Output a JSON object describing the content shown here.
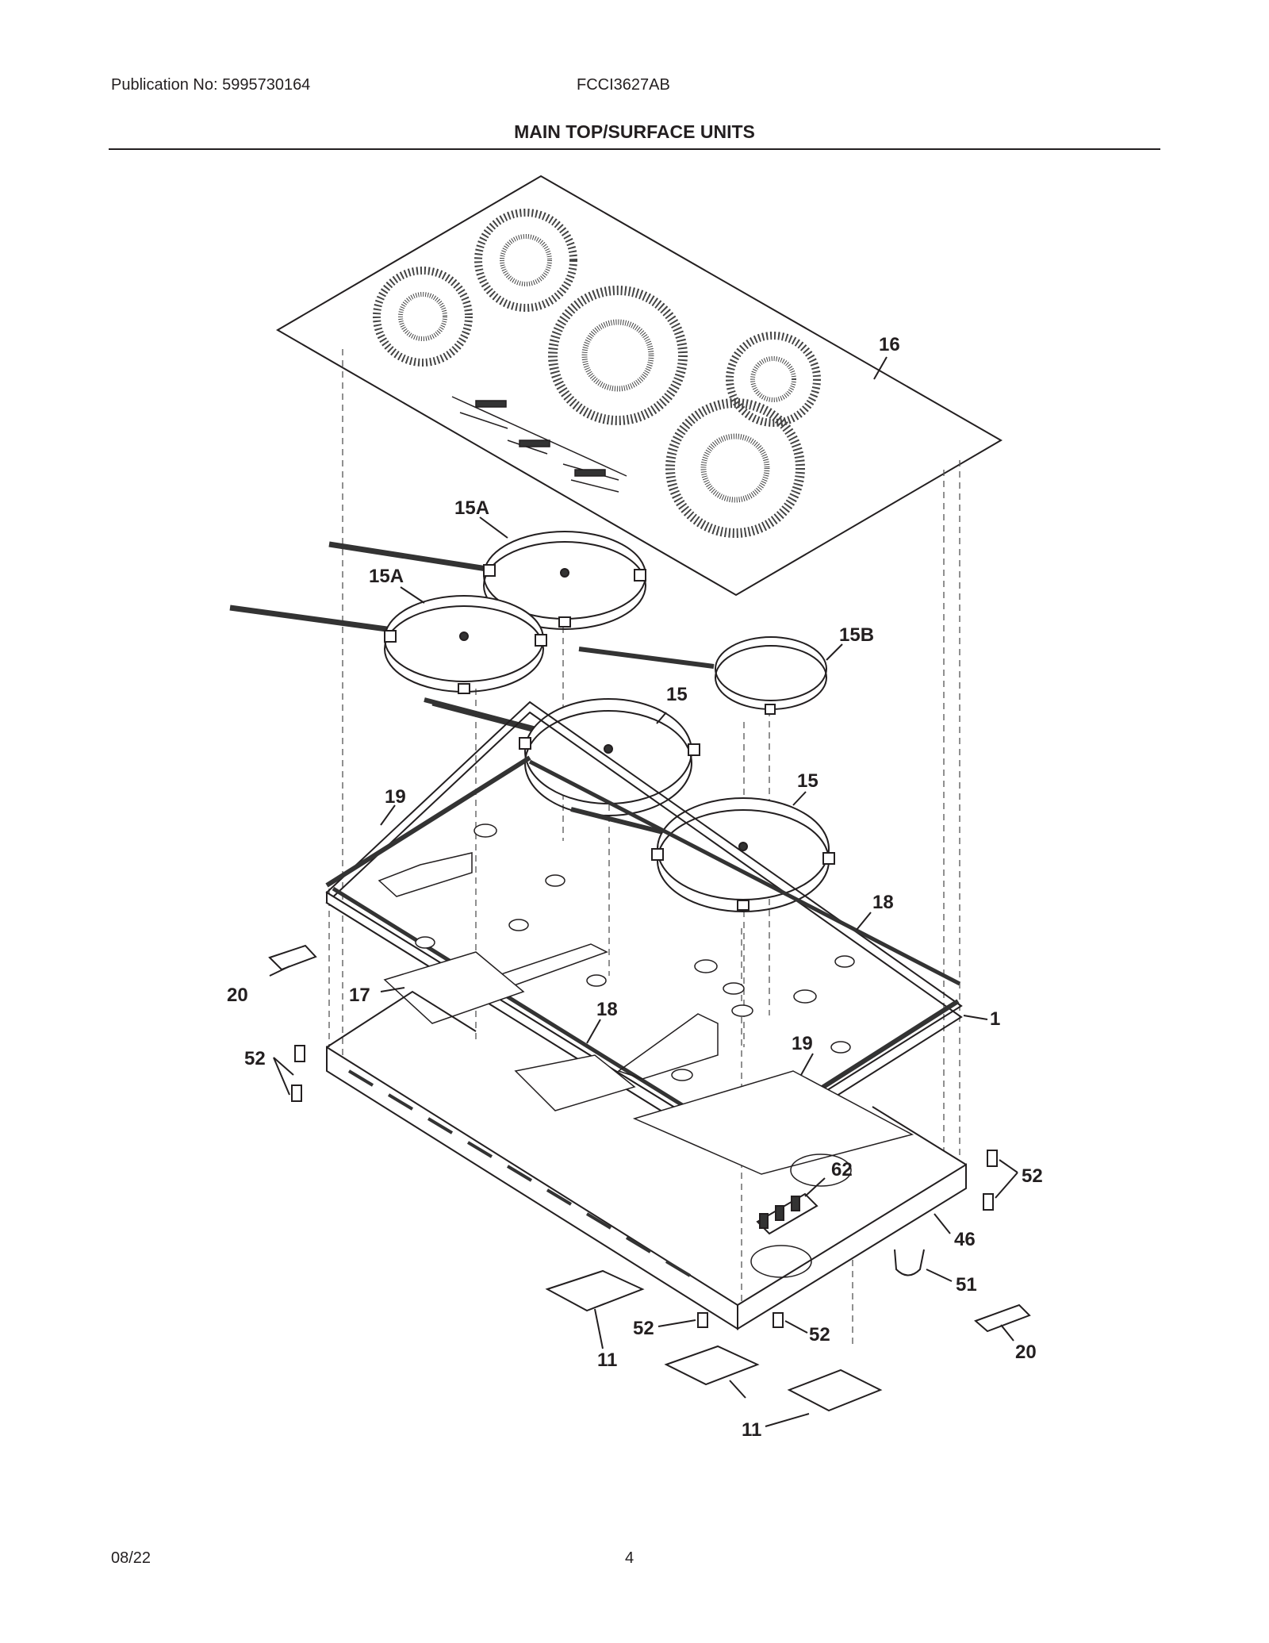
{
  "header": {
    "publication": "Publication No: 5995730164",
    "model": "FCCI3627AB",
    "title": "MAIN TOP/SURFACE UNITS"
  },
  "footer": {
    "date": "08/22",
    "page": "4"
  },
  "callouts": {
    "c16": "16",
    "c15a_1": "15A",
    "c15a_2": "15A",
    "c15b": "15B",
    "c15_1": "15",
    "c15_2": "15",
    "c19_1": "19",
    "c19_2": "19",
    "c18_1": "18",
    "c18_2": "18",
    "c20_1": "20",
    "c20_2": "20",
    "c17": "17",
    "c1": "1",
    "c52_1": "52",
    "c52_2": "52",
    "c52_3": "52",
    "c52_4": "52",
    "c62": "62",
    "c46": "46",
    "c51": "51",
    "c11_1": "11",
    "c11_2": "11"
  }
}
